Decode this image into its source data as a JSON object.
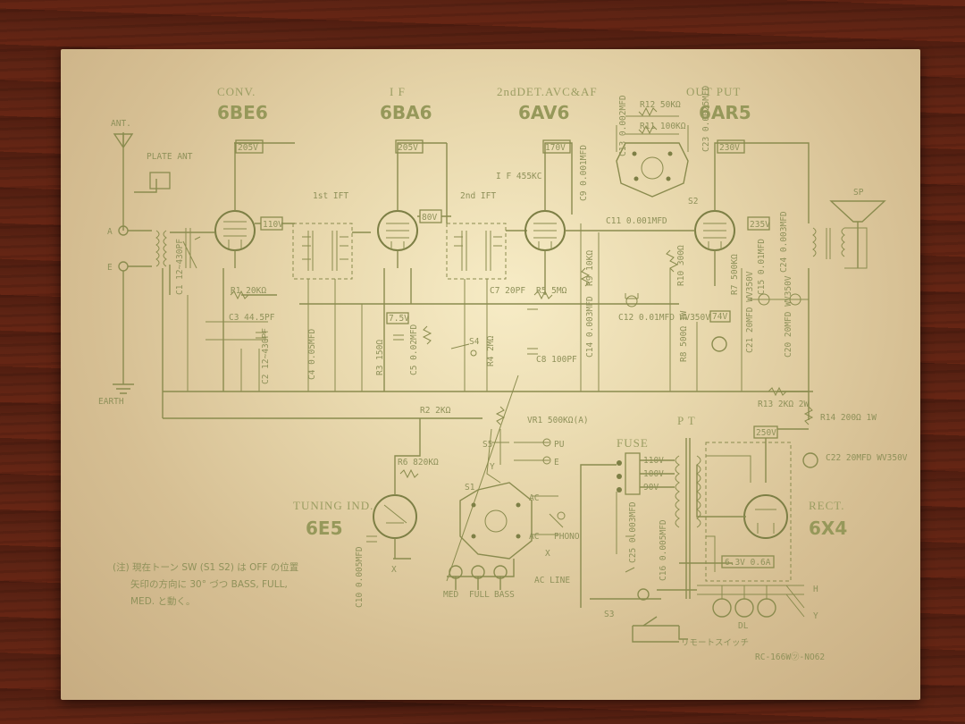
{
  "tubes": {
    "conv_label": "CONV.",
    "conv_type": "6BE6",
    "if_label": "I F",
    "if_type": "6BA6",
    "det_label": "2ndDET.AVC&AF",
    "det_type": "6AV6",
    "out_label": "OUT PUT",
    "out_type": "6AR5",
    "tuning_label": "TUNING IND.",
    "tuning_type": "6E5",
    "rect_label": "RECT.",
    "rect_type": "6X4"
  },
  "labels": {
    "ant": "ANT.",
    "plate_ant": "PLATE ANT",
    "a": "A",
    "e": "E",
    "earth": "EARTH",
    "first_ift": "1st IFT",
    "second_ift": "2nd IFT",
    "if_freq": "I F 455KC",
    "sp": "SP",
    "fuse": "FUSE",
    "pt": "P T",
    "ac_line": "AC LINE",
    "pu": "PU",
    "phono": "PHONO",
    "ac1": "AC",
    "ac2": "AC",
    "dl": "DL",
    "remote_switch": "リモートスイッチ",
    "model_code": "RC-166W㋡-NO62",
    "s1": "S1",
    "s2": "S2",
    "s3": "S3",
    "s4": "S4",
    "s5": "S5",
    "med": "MED",
    "full": "FULL",
    "bass": "BASS",
    "h_right": "H",
    "x_right": "X",
    "y_right": "Y",
    "x_sw": "X",
    "y_sw": "Y",
    "e_sw": "E"
  },
  "voltages": {
    "v1": "205V",
    "v2": "205V",
    "v3": "170V",
    "v4": "230V",
    "v5": "110V",
    "v6": "80V",
    "v7": "7.5V",
    "v8": "235V",
    "v9": "74V",
    "v10": "250V",
    "tap110": "110V",
    "tap100": "100V",
    "tap90": "90V",
    "heater": "6.3V 0.6A"
  },
  "components": {
    "c1": "C1 12~430PF",
    "c2": "C2 12~430PF",
    "r1": "R1 20KΩ",
    "c3": "C3 44.5PF",
    "c4": "C4 0.05MFD",
    "r3": "R3 150Ω",
    "r2": "R2 2KΩ",
    "cf": "C5 0.02MFD",
    "r4": "R4 2MΩ",
    "c8": "C8 100PF",
    "c7": "C7 20PF",
    "r5": "R5 5MΩ",
    "vr": "VR1 500KΩ(A)",
    "rpu": "R6 820KΩ",
    "c10": "C10 0.005MFD",
    "c11": "C11 0.001MFD",
    "r7": "R7 500KΩ",
    "c12": "C12 0.01MFD WV350V",
    "r8": "R8 500Ω 1W",
    "r9": "R9 10KΩ",
    "r10": "R10 300Ω",
    "r11": "R11 100KΩ",
    "r12": "R12 50KΩ",
    "c13": "C13 0.002MFD",
    "c14": "C14 0.003MFD",
    "cs1": "C15 0.01MFD",
    "cs2": "C16 0.005MFD",
    "c9": "C9 0.001MFD",
    "c20": "C20 20MFD WV350V",
    "c21": "C21 20MFD WV350V",
    "r13": "R13 2KΩ 2W",
    "r14": "R14 200Ω 1W",
    "c22": "C22 20MFD WV350V",
    "c23": "C23 0.0025MFD",
    "c24": "C24 0.003MFD",
    "c25": "C25 0.003MFD"
  },
  "note": {
    "line1": "(注) 現在トーン SW (S1 S2) は OFF の位置",
    "line2": "矢印の方向に 30° づつ BASS, FULL,",
    "line3": "MED. と動く。"
  }
}
